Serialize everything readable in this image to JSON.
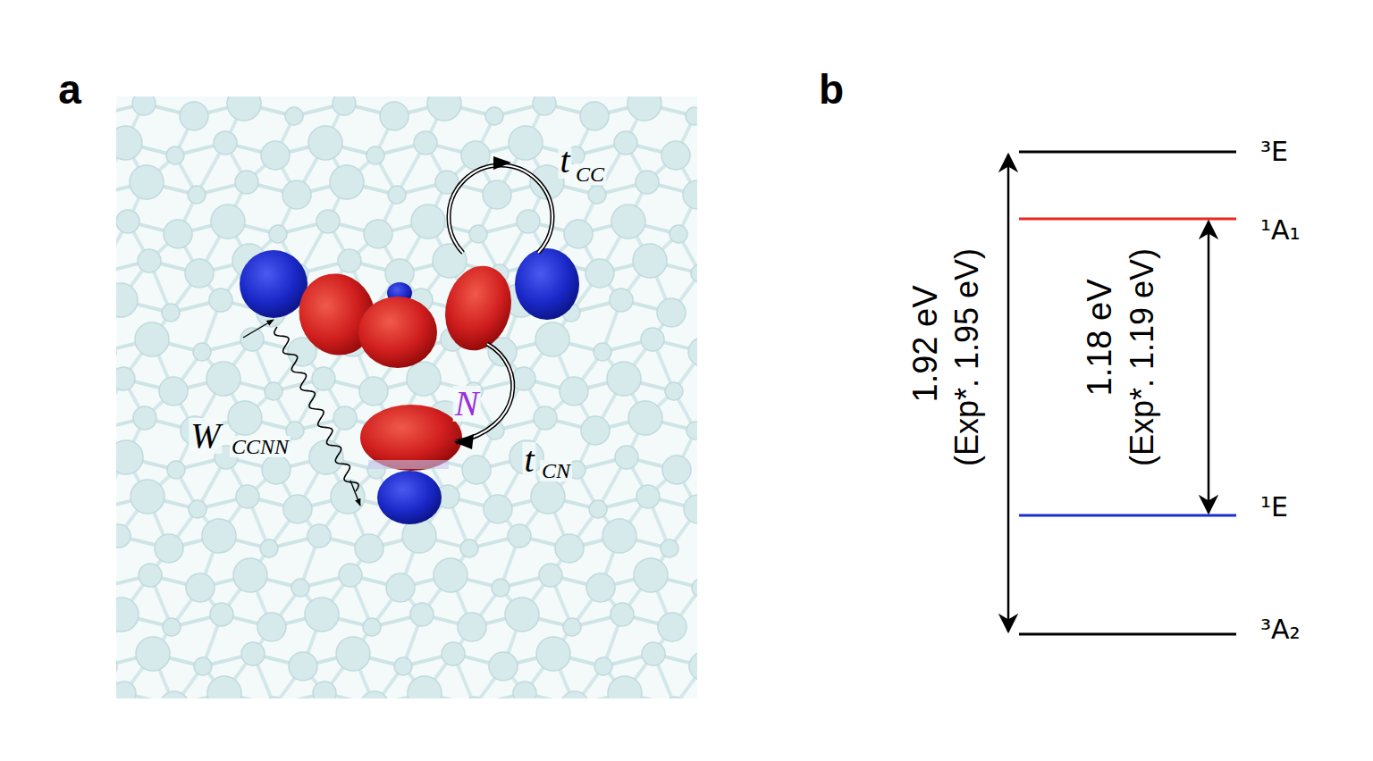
{
  "diagram": {
    "labels": [
      "a",
      "b",
      "t",
      "CC",
      "t",
      "CN",
      "W",
      "CCNN",
      "N",
      "³E",
      "¹A₁",
      "¹E",
      "³A₂",
      "1.92 eV",
      "(Exp*. 1.95 eV)",
      "1.18 eV",
      "(Exp*. 1.19 eV)"
    ]
  }
}
